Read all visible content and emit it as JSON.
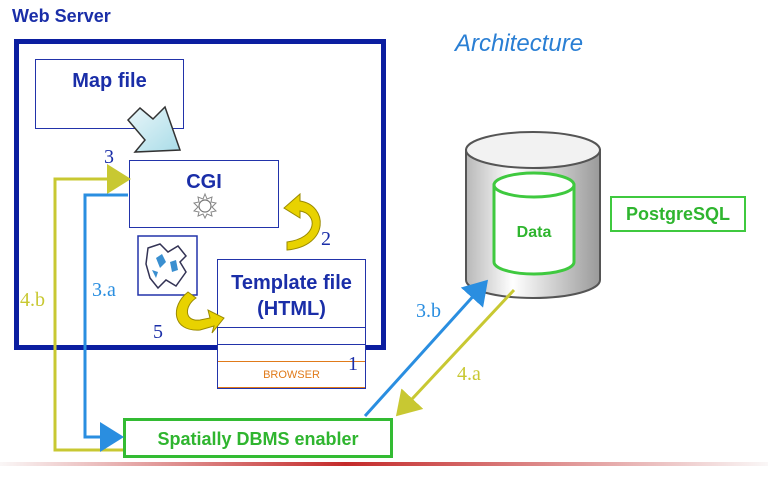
{
  "web_server_title": "Web Server",
  "architecture_title": "Architecture",
  "map_file_label": "Map file",
  "cgi_label": "CGI",
  "template_label_line1": "Template file",
  "template_label_line2": "(HTML)",
  "browser_label": "BROWSER",
  "data_label": "Data",
  "postgres_label": "PostgreSQL",
  "dbms_label": "Spatially DBMS enabler",
  "step_labels": {
    "s1": "1",
    "s2": "2",
    "s3": "3",
    "s3a": "3.a",
    "s3b": "3.b",
    "s4a": "4.a",
    "s4b": "4.b",
    "s5": "5"
  },
  "colors": {
    "dark_blue": "#1a2ea8",
    "light_blue": "#2a7fd4",
    "green": "#33bb33",
    "olive_yellow": "#c8c832",
    "gold_arrow": "#e8d200",
    "browser_orange": "#e07a1a"
  }
}
